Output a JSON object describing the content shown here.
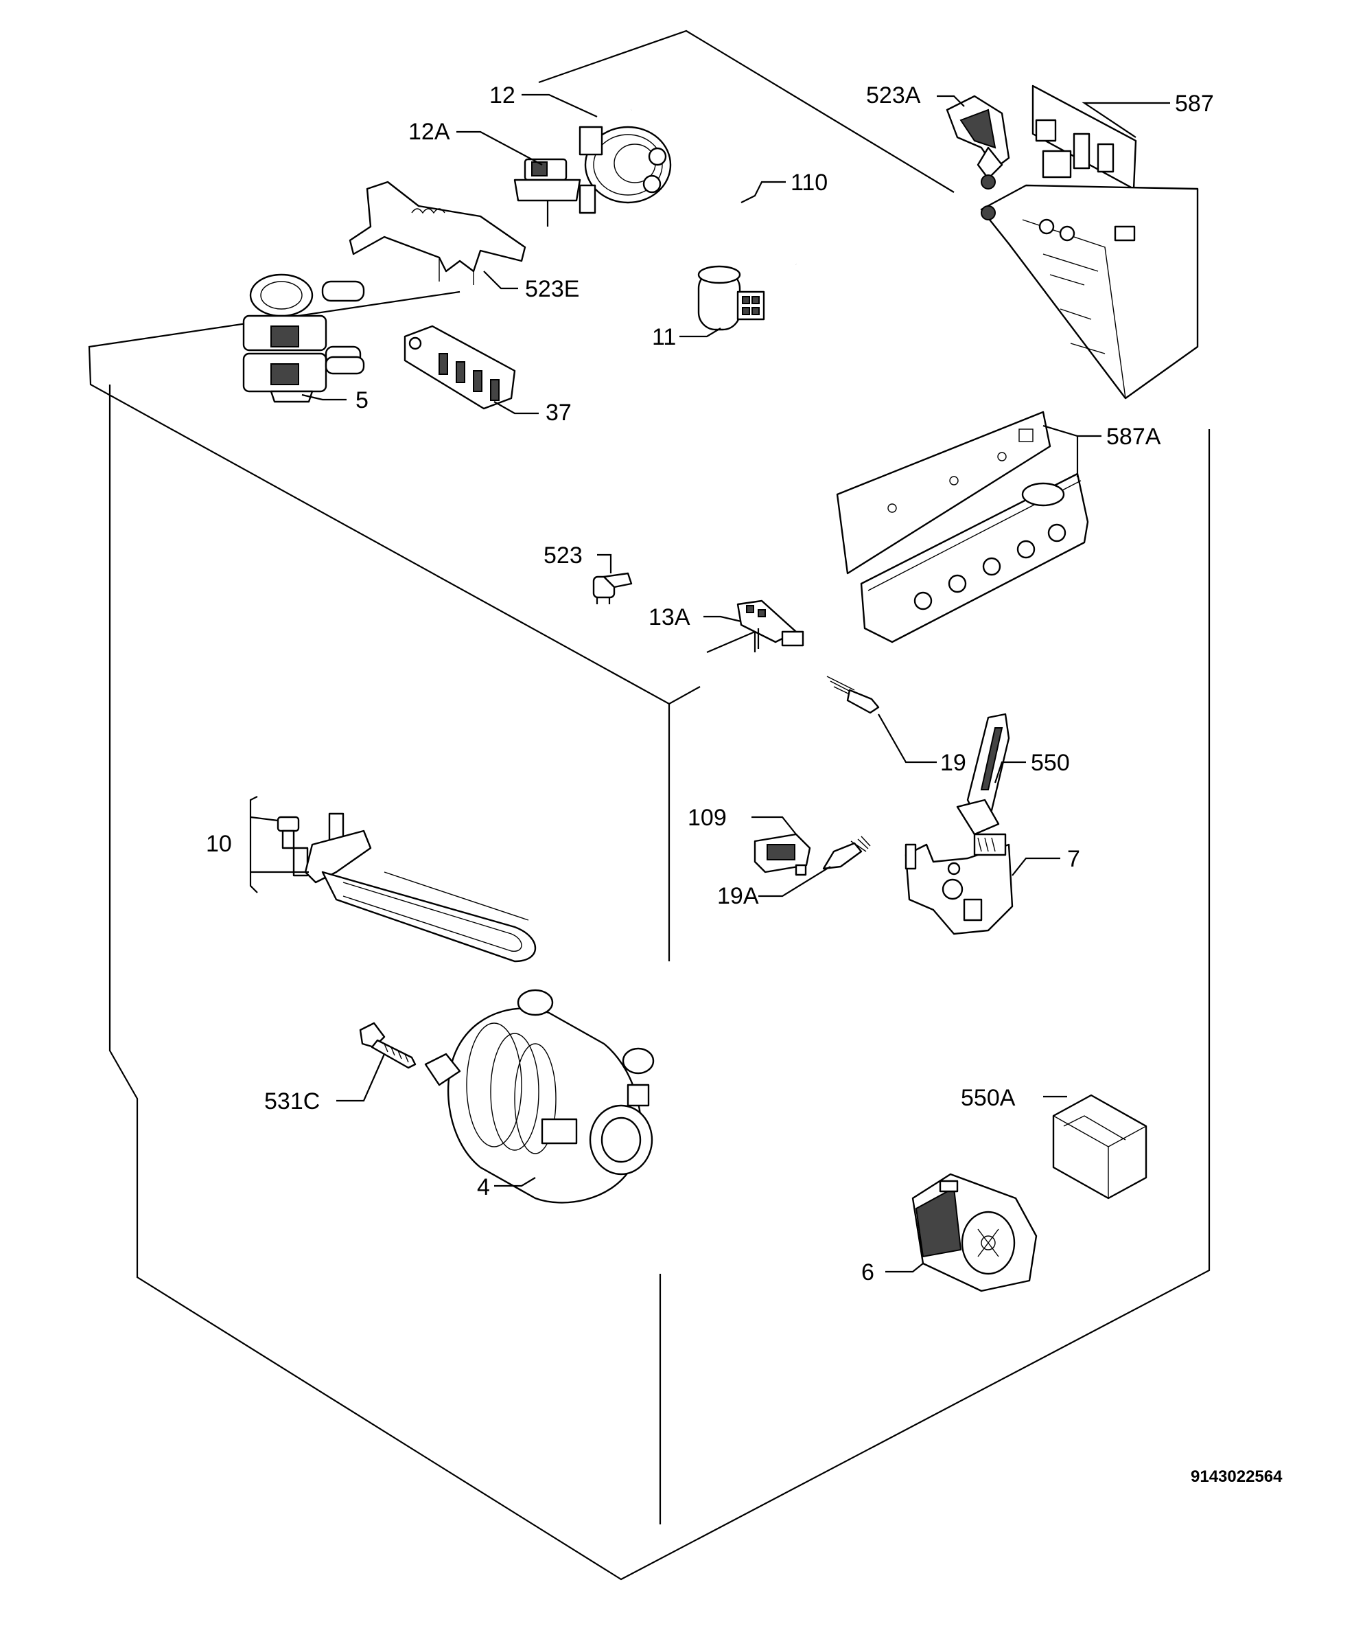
{
  "labels": {
    "p12": "12",
    "p12a": "12A",
    "p110": "110",
    "p523e": "523E",
    "p11": "11",
    "p5": "5",
    "p37": "37",
    "p523a": "523A",
    "p587": "587",
    "p587a": "587A",
    "p523": "523",
    "p13a": "13A",
    "p19": "19",
    "p550": "550",
    "p109": "109",
    "p19a": "19A",
    "p7": "7",
    "p10": "10",
    "p531c": "531C",
    "p4": "4",
    "p550a": "550A",
    "p6": "6"
  },
  "document_number": "9143022564"
}
